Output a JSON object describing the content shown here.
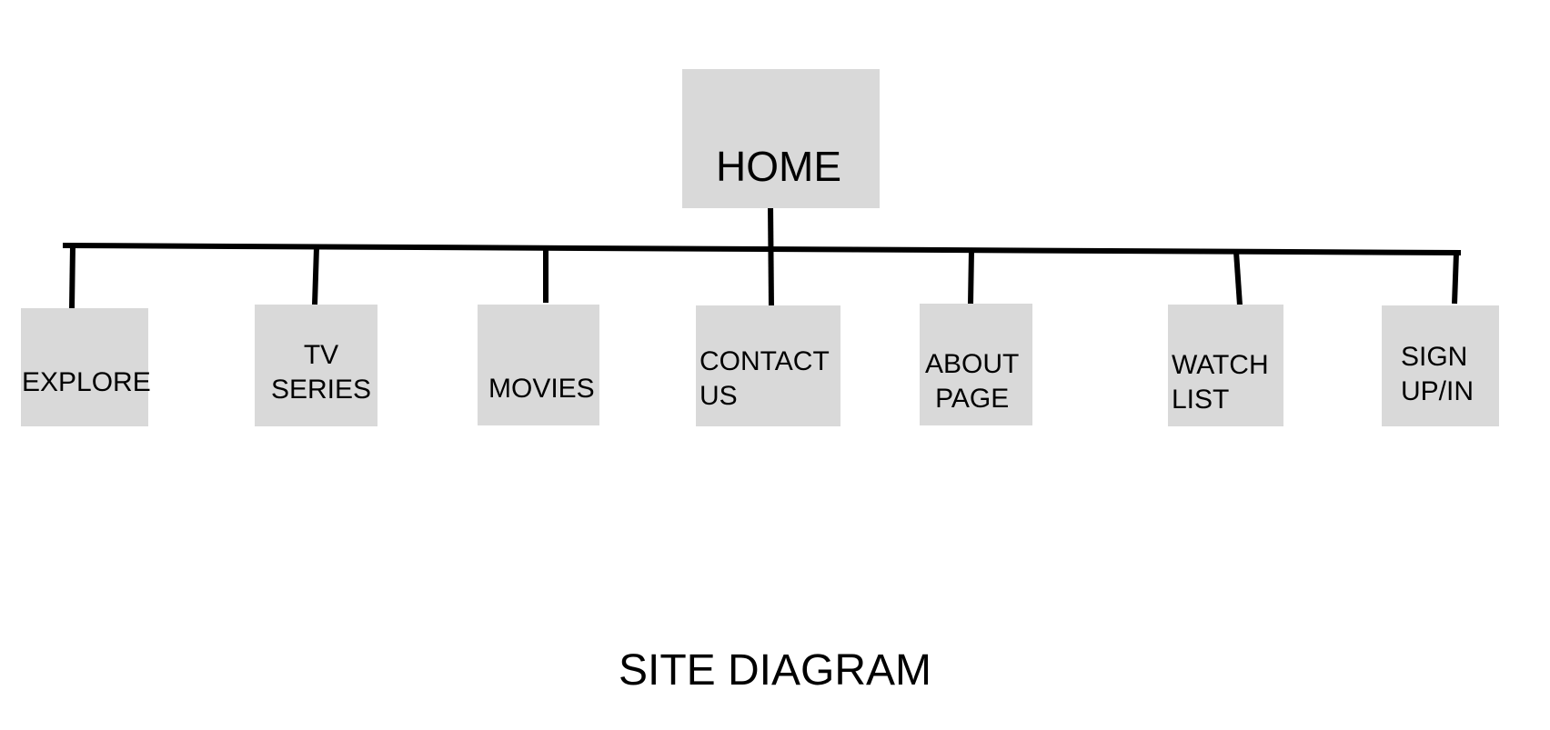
{
  "diagram": {
    "root": {
      "label": "HOME"
    },
    "children": [
      {
        "label": "EXPLORE"
      },
      {
        "label": "TV\nSERIES"
      },
      {
        "label": "MOVIES"
      },
      {
        "label": "CONTACT\nUS"
      },
      {
        "label": "ABOUT\nPAGE"
      },
      {
        "label": "WATCH\nLIST"
      },
      {
        "label": "SIGN\nUP/IN"
      }
    ]
  },
  "footer": {
    "title": "SITE DIAGRAM"
  },
  "colors": {
    "node_fill": "#d9d9d9",
    "line": "#000000",
    "background": "#ffffff"
  }
}
